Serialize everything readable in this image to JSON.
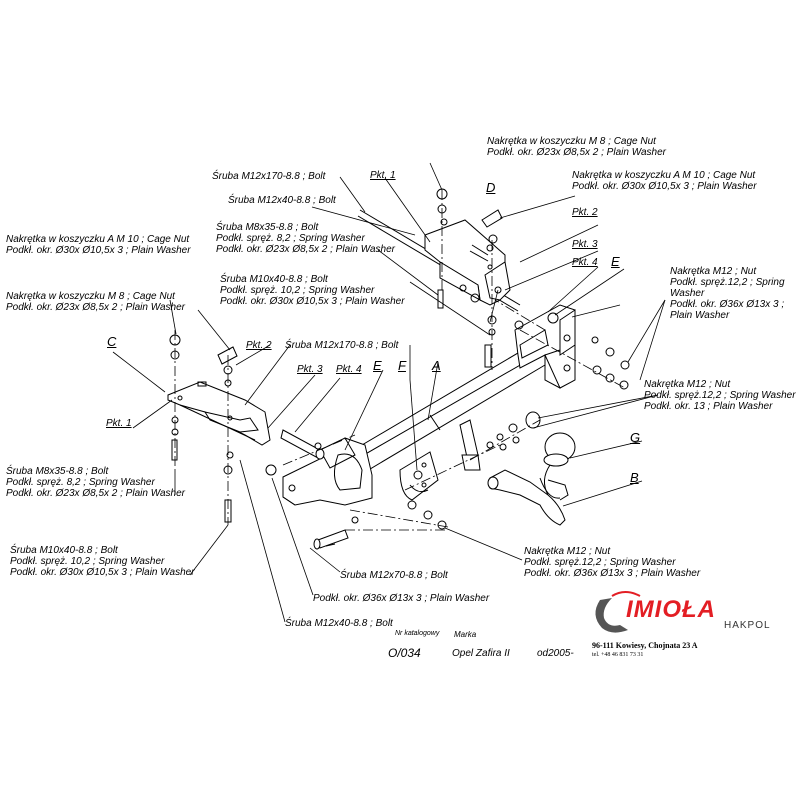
{
  "labels": {
    "pkt1_top": "Pkt. 1",
    "pkt2_top": "Pkt. 2",
    "pkt3_top": "Pkt. 3",
    "pkt4_top": "Pkt. 4",
    "pkt1_left": "Pkt. 1",
    "pkt2_left": "Pkt. 2",
    "pkt3_left": "Pkt. 3",
    "pkt4_left": "Pkt. 4",
    "D": "D",
    "E_right": "E",
    "C": "C",
    "E_left": "E",
    "F": "F",
    "A": "A",
    "G": "G",
    "B": "B"
  },
  "notes": {
    "nut_m8_top": [
      "Nakrętka  w koszyczku M 8 ; Cage Nut",
      "Podkł. okr.  Ø23x Ø8,5x 2 ; Plain Washer"
    ],
    "nut_m10_top": [
      "Nakrętka  w koszyczku A M 10 ; Cage Nut",
      "Podkł. okr.  Ø30x Ø10,5x 3 ; Plain Washer"
    ],
    "bolt_m12x170_top": [
      "Śruba M12x170-8.8 ;  Bolt"
    ],
    "bolt_m12x40_top": [
      "Śruba M12x40-8.8 ;  Bolt"
    ],
    "bolt_m8x35_top": [
      "Śruba M8x35-8.8 ;  Bolt",
      "Podkł. spręż. 8,2 ; Spring Washer",
      "Podkł. okr.  Ø23x Ø8,5x 2 ; Plain Washer"
    ],
    "bolt_m10x40_top": [
      "Śruba M10x40-8.8 ;  Bolt",
      "Podkł. spręż. 10,2 ; Spring Washer",
      "Podkł. okr.  Ø30x Ø10,5x 3 ; Plain Washer"
    ],
    "nut_m10_left": [
      "Nakrętka  w koszyczku A M 10 ; Cage Nut",
      "Podkł. okr.  Ø30x Ø10,5x 3 ; Plain Washer"
    ],
    "nut_m8_left": [
      "Nakrętka  w koszyczku M 8 ; Cage Nut",
      "Podkł. okr.  Ø23x Ø8,5x 2 ; Plain Washer"
    ],
    "bolt_m12x170_left": [
      "Śruba M12x170-8.8 ;  Bolt"
    ],
    "nut_m12_right": [
      "Nakrętka  M12 ; Nut",
      "Podkł. spręż.12,2 ; Spring",
      "Washer",
      "Podkł. okr.  Ø36x Ø13x 3 ;",
      "Plain Washer"
    ],
    "nut_m12_mid": [
      "Nakrętka  M12 ; Nut",
      "Podkł. spręż.12,2 ; Spring Washer",
      "Podkł. okr.  13 ; Plain Washer"
    ],
    "bolt_m8x35_left": [
      "Śruba M8x35-8.8 ;  Bolt",
      "Podkł. spręż. 8,2 ; Spring Washer",
      "Podkł. okr.  Ø23x Ø8,5x 2 ; Plain Washer"
    ],
    "bolt_m10x40_left": [
      "Śruba M10x40-8.8 ;  Bolt",
      "Podkł. spręż. 10,2 ; Spring Washer",
      "Podkł. okr.  Ø30x Ø10,5x 3 ; Plain Washer"
    ],
    "nut_m12_bottom": [
      "Nakrętka  M12 ; Nut",
      "Podkł. spręż.12,2 ; Spring Washer",
      "Podkł. okr.  Ø36x Ø13x 3 ; Plain Washer"
    ],
    "bolt_m12x70": [
      "Śruba M12x70-8.8 ;  Bolt"
    ],
    "washer_36": [
      "Podkł. okr.  Ø36x Ø13x 3 ; Plain Washer"
    ],
    "bolt_m12x40_bottom": [
      "Śruba M12x40-8.8 ;  Bolt"
    ]
  },
  "footer": {
    "catalog_header": "Nr katalogowy",
    "brand_header": "Marka",
    "catalog_no": "O/034",
    "model": "Opel Zafira II",
    "year": "od2005-"
  },
  "logo": {
    "name": "IMIOŁA",
    "sub": "HAKPOL",
    "address": "96-111 Kowiesy, Chojnata 23 A",
    "tel": "tel. +48 46 831 73 31",
    "accent": "#e31e24"
  }
}
